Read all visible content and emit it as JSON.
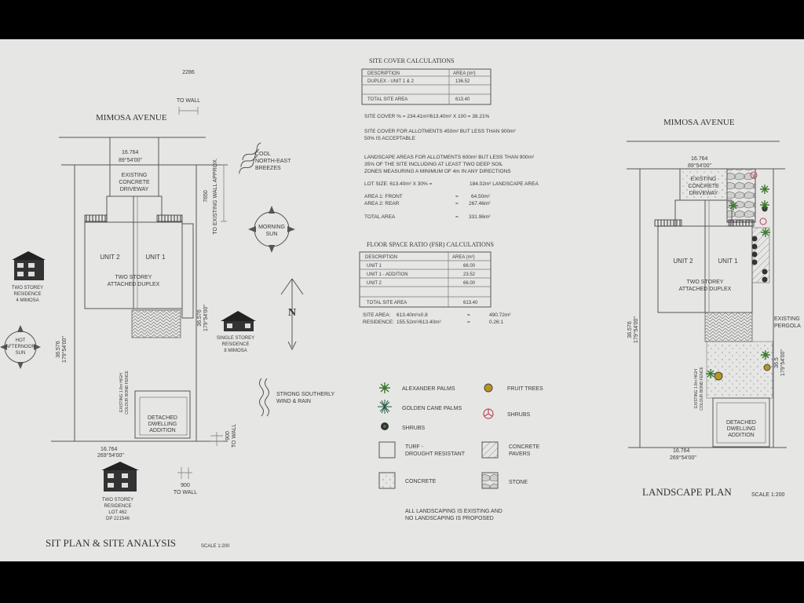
{
  "site_plan": {
    "title": "SIT PLAN & SITE ANALYSIS",
    "scale": "SCALE 1:200",
    "street": "MIMOSA AVENUE",
    "setback_top": {
      "value": "2286",
      "label": "TO WALL"
    },
    "front_dim": {
      "length": "16.764",
      "bearing": "89°54'00\""
    },
    "rear_dim": {
      "length": "16.764",
      "bearing": "269°54'00\""
    },
    "side_left": {
      "length": "36.576",
      "bearing": "179°54'00\""
    },
    "side_right": {
      "length": "36.576",
      "bearing": "179°54'00\""
    },
    "wall_dim": {
      "value": "7650",
      "label": "TO EXISTING WALL APPROX."
    },
    "driveway": [
      "EXISTING",
      "CONCRETE",
      "DRIVEWAY"
    ],
    "unit2": "UNIT 2",
    "unit1": "UNIT 1",
    "duplex": [
      "TWO STOREY",
      "ATTACHED DUPLEX"
    ],
    "fence": [
      "EXISTING 1.8m HIGH",
      "COLOUR BOND FENCE"
    ],
    "detached": [
      "DETACHED",
      "DWELLING",
      "ADDITION"
    ],
    "dim_900_right": {
      "value": "900",
      "label": "TO WALL"
    },
    "dim_900_bottom": {
      "value": "900",
      "label": "TO WALL"
    },
    "breezes": [
      "COOL",
      "NORTH-EAST",
      "BREEZES"
    ],
    "morning_sun": [
      "MORNING",
      "SUN"
    ],
    "afternoon_sun": [
      "HOT",
      "AFTERNOON",
      "SUN"
    ],
    "north": "N",
    "wind": [
      "STRONG SOUTHERLY",
      "WIND & RAIN"
    ],
    "neighbour_left": [
      "TWO STOREY",
      "RESIDENCE",
      "4 MIMOSA"
    ],
    "neighbour_right": [
      "SINGLE STOREY",
      "RESIDENCE",
      "8 MIMOSA"
    ],
    "neighbour_bottom": [
      "TWO STOREY",
      "RESIDENCE",
      "LOT 462",
      "DP 221546"
    ]
  },
  "site_cover": {
    "title": "SITE COVER CALCULATIONS",
    "headers": [
      "DESCRIPTION",
      "AREA (m²)"
    ],
    "rows": [
      [
        "DUPLEX - UNIT 1 & 2",
        "136.52"
      ]
    ],
    "total": [
      "TOTAL SITE AREA",
      "613.40"
    ],
    "formula": "SITE COVER % = 234.41m²/613.40m² X 100 = 38.21%",
    "note1": "SITE COVER FOR ALLOTMENTS 450m² BUT LESS THAN 900m²",
    "note2": "50% IS ACCEPTABLE"
  },
  "landscape_calc": {
    "lines": [
      "LANDSCAPE AREAS FOR ALLOTMENTS 600m² BUT LESS THAN 900m²",
      "35% OF THE SITE INCLUDING AT LEAST TWO DEEP SOIL",
      "ZONES MEASURING A MINIMUM OF 4m IN ANY DIRECTIONS"
    ],
    "lot_size": {
      "label": "LOT SIZE:  613.40m² X 30% =",
      "value": "184.02m² LANDSCAPE AREA"
    },
    "areas": [
      {
        "label": "AREA 1:  FRONT",
        "eq": "=",
        "value": "64.50m²"
      },
      {
        "label": "AREA 2:  REAR",
        "eq": "=",
        "value": "267.46m²"
      }
    ],
    "total": {
      "label": "TOTAL AREA",
      "eq": "=",
      "value": "331.96m²"
    }
  },
  "fsr": {
    "title": "FLOOR SPACE RATIO (FSR) CALCULATIONS",
    "headers": [
      "DESCRIPTION",
      "AREA (m²)"
    ],
    "rows": [
      [
        "UNIT 1",
        "66.00"
      ],
      [
        "UNIT 1 - ADDITION",
        "23.52"
      ],
      [
        "UNIT 2",
        "66.00"
      ],
      [
        "",
        ""
      ]
    ],
    "total": [
      "TOTAL SITE AREA",
      "613.40"
    ],
    "site_area": {
      "label": "SITE AREA:",
      "expr": "613.40m²x0.8",
      "eq": "=",
      "value": "490.72m²"
    },
    "residence": {
      "label": "RESIDENCE:",
      "expr": "155.52m²/613.40m²",
      "eq": "=",
      "value": "0.26:1"
    }
  },
  "legend": {
    "items": [
      {
        "label": "ALEXANDER PALMS",
        "icon": "alexander-palm-icon"
      },
      {
        "label": "FRUIT TREES",
        "icon": "fruit-tree-icon"
      },
      {
        "label": "GOLDEN CANE PALMS",
        "icon": "golden-cane-palm-icon"
      },
      {
        "label": "SHRUBS",
        "icon": "shrub-pink-icon"
      },
      {
        "label": "SHRUBS",
        "icon": "shrub-dark-icon"
      },
      {
        "label": "TURF - DROUGHT RESISTANT",
        "lines": [
          "TURF -",
          "DROUGHT RESISTANT"
        ],
        "icon": "turf-icon"
      },
      {
        "label": "CONCRETE PAVERS",
        "lines": [
          "CONCRETE",
          "PAVERS"
        ],
        "icon": "pavers-icon"
      },
      {
        "label": "CONCRETE",
        "icon": "concrete-icon"
      },
      {
        "label": "STONE",
        "icon": "stone-icon"
      }
    ],
    "note": [
      "ALL LANDSCAPING IS EXISTING AND",
      "NO LANDSCAPING IS PROPOSED"
    ]
  },
  "landscape_plan": {
    "title": "LANDSCAPE PLAN",
    "scale": "SCALE 1:200",
    "street": "MIMOSA AVENUE",
    "front_dim": {
      "length": "16.764",
      "bearing": "89°54'00\""
    },
    "rear_dim": {
      "length": "16.764",
      "bearing": "269°54'00\""
    },
    "side_left": {
      "length": "36.576",
      "bearing": "179°54'00\""
    },
    "side_right": {
      "length": "36.5",
      "bearing": "179°54'00\""
    },
    "driveway": [
      "EXISTING",
      "CONCRETE",
      "DRIVEWAY"
    ],
    "unit2": "UNIT 2",
    "unit1": "UNIT 1",
    "duplex": [
      "TWO STOREY",
      "ATTACHED DUPLEX"
    ],
    "pergola": [
      "EXISTING",
      "PERGOLA"
    ],
    "fence": [
      "EXISTING 1.8m HIGH",
      "COLOUR BOND FENCE"
    ],
    "detached": [
      "DETACHED",
      "DWELLING",
      "ADDITION"
    ]
  },
  "colors": {
    "sheet": "#e6e7e5",
    "ink": "#3a3a3a",
    "palm_green": "#3d7a2e",
    "fruit_yellow": "#b8961c",
    "shrub_pink": "#c0485a"
  }
}
